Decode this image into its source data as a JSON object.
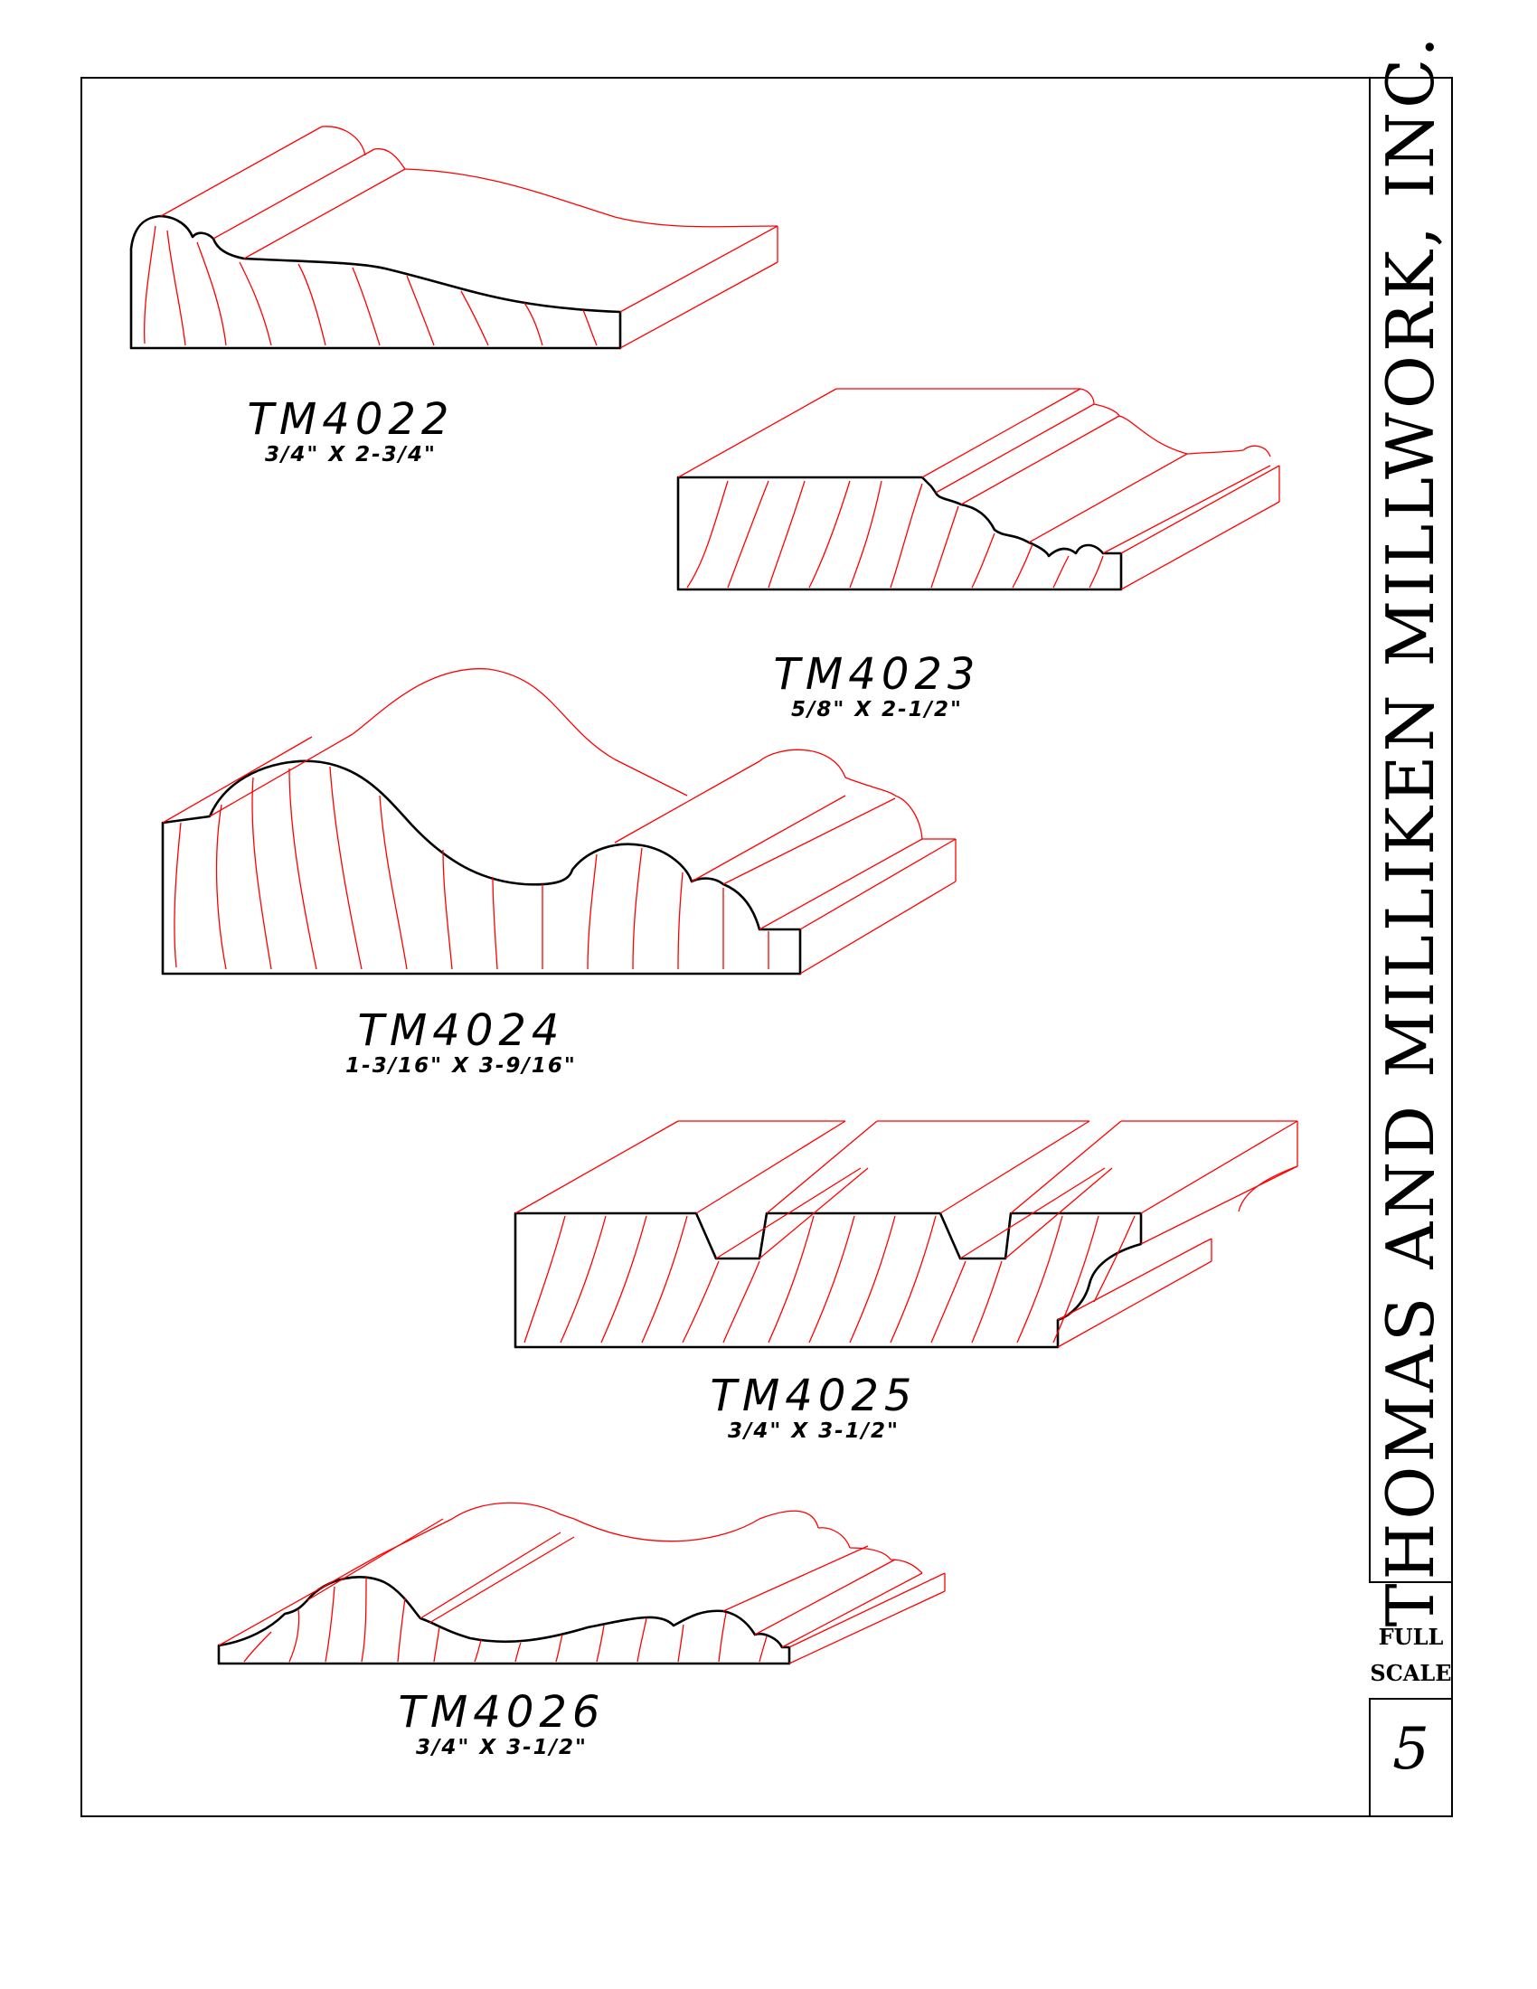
{
  "company_title": "THOMAS AND MILLIKEN MILLWORK, INC.",
  "scale_note": {
    "line1": "FULL",
    "line2": "SCALE"
  },
  "page_number": "5",
  "colors": {
    "profile_outline": "#000000",
    "grain_and_projection": "#ff0000"
  },
  "profiles": [
    {
      "part_number": "TM4022",
      "dimensions": "3/4\"  X  2-3/4\""
    },
    {
      "part_number": "TM4023",
      "dimensions": "5/8\"  X  2-1/2\""
    },
    {
      "part_number": "TM4024",
      "dimensions": "1-3/16\"  X  3-9/16\""
    },
    {
      "part_number": "TM4025",
      "dimensions": "3/4\"  X  3-1/2\""
    },
    {
      "part_number": "TM4026",
      "dimensions": "3/4\"  X  3-1/2\""
    }
  ]
}
